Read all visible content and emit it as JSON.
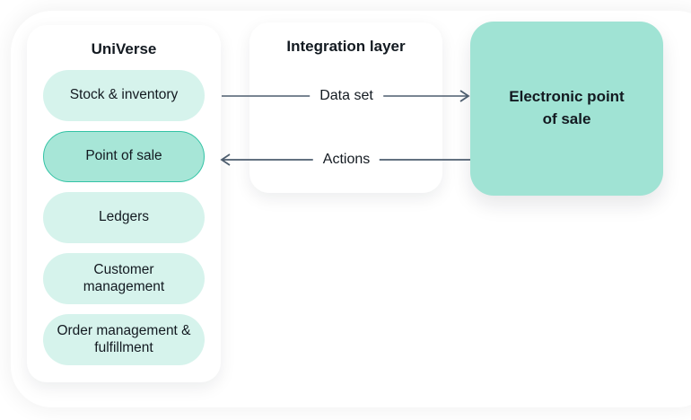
{
  "diagram": {
    "universe": {
      "title": "UniVerse",
      "modules": [
        {
          "label": "Stock & inventory",
          "highlighted": false
        },
        {
          "label": "Point of sale",
          "highlighted": true
        },
        {
          "label": "Ledgers",
          "highlighted": false
        },
        {
          "label": "Customer management",
          "highlighted": false
        },
        {
          "label": "Order management & fulfillment",
          "highlighted": false
        }
      ]
    },
    "integration": {
      "title": "Integration layer"
    },
    "epos": {
      "title": "Electronic point of sale"
    },
    "flows": [
      {
        "label": "Data set",
        "direction": "right",
        "from": "Stock & inventory",
        "to": "Electronic point of sale"
      },
      {
        "label": "Actions",
        "direction": "left",
        "from": "Electronic point of sale",
        "to": "Point of sale"
      }
    ],
    "colors": {
      "pill_bg": "#d6f3ec",
      "pill_highlight_bg": "#a7e6d7",
      "pill_highlight_border": "#33c3a5",
      "epos_bg": "#a0e3d4",
      "arrow": "#4d5d6e",
      "text": "#131a21",
      "card_bg": "#ffffff"
    }
  }
}
